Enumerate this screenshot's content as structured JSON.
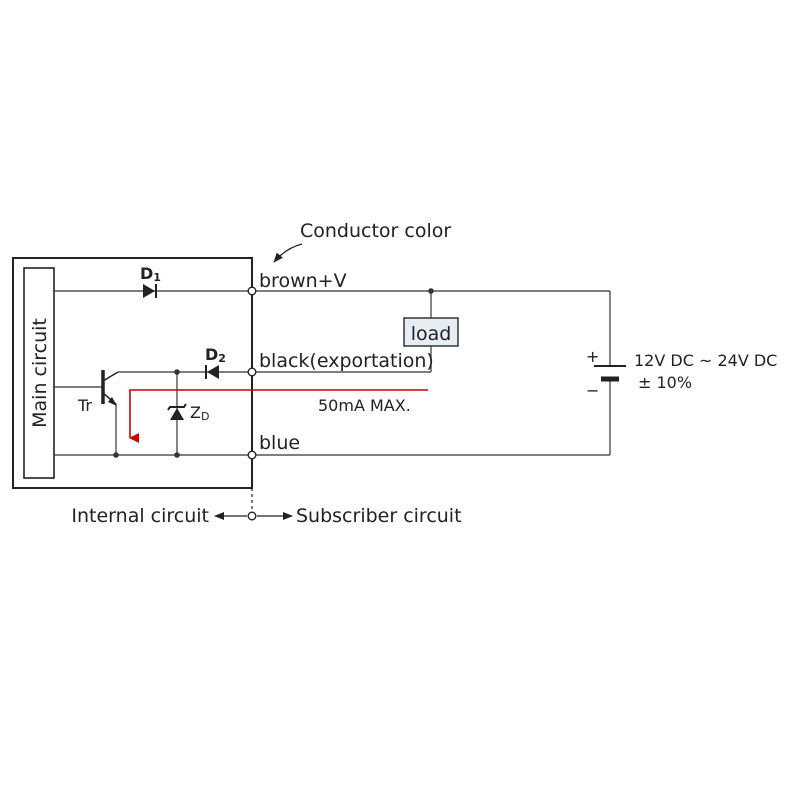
{
  "labels": {
    "conductor_color": "Conductor color",
    "main_circuit": "Main circuit",
    "d1_main": "D",
    "d1_sub": "1",
    "d2_main": "D",
    "d2_sub": "2",
    "tr": "Tr",
    "zd_main": "Z",
    "zd_sub": "D",
    "brown": "brown+V",
    "black": "black(exportation)",
    "blue": "blue",
    "load": "load",
    "current": "50mA  MAX.",
    "plus": "+",
    "minus": "−",
    "voltage_line1": "12V DC ~ 24V DC",
    "voltage_line2": "± 10%",
    "internal": "Internal circuit",
    "subscriber": "Subscriber circuit"
  },
  "colors": {
    "wire": "#333333",
    "current_arrow": "#cc0000",
    "load_fill": "#e6eef4"
  },
  "icons": [
    "diode-icon",
    "zener-diode-icon",
    "transistor-icon",
    "battery-icon",
    "terminal-icon",
    "arrow-icon"
  ]
}
